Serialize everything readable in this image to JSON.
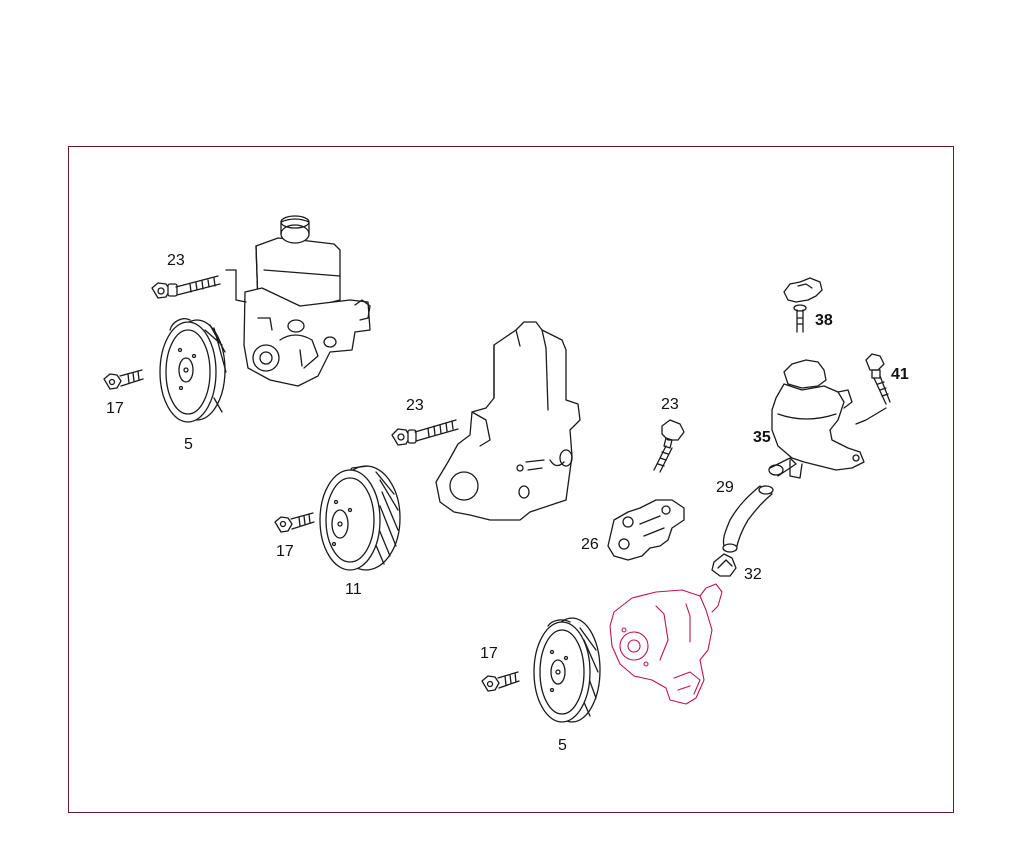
{
  "diagram": {
    "labels": {
      "l23a": "23",
      "l17a": "17",
      "l5a": "5",
      "l23b": "23",
      "l17b": "17",
      "l11": "11",
      "l23c": "23",
      "l26": "26",
      "l29": "29",
      "l32": "32",
      "l38": "38",
      "l41": "41",
      "l35": "35",
      "l17c": "17",
      "l5b": "5"
    },
    "colors": {
      "frame": "#6a1a2a",
      "ink": "#1a1a1a",
      "accent": "#c4134a"
    }
  }
}
